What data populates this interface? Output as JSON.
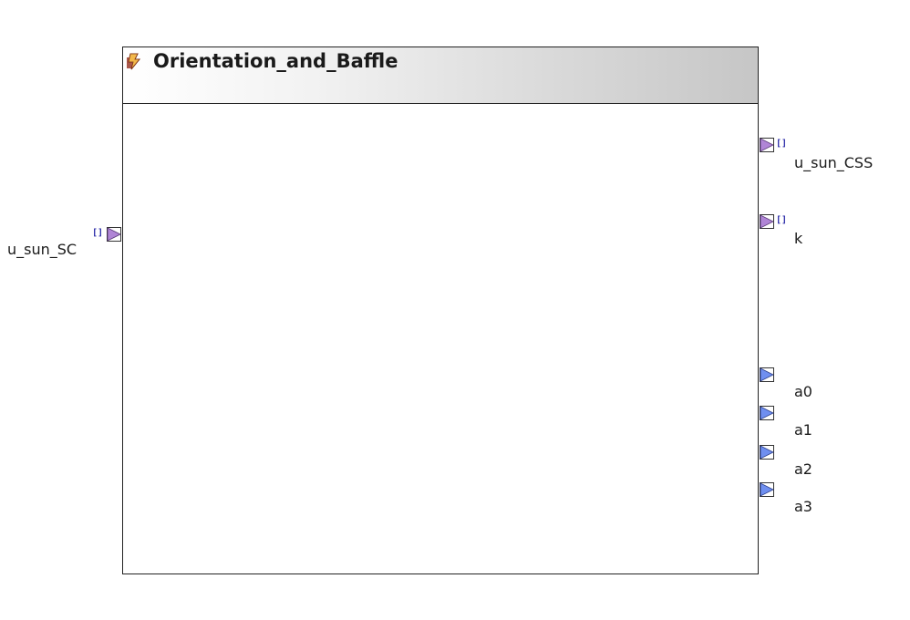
{
  "block": {
    "title": "Orientation_and_Baffle",
    "icon": "lightning-block-icon"
  },
  "input_ports": [
    {
      "label": "u_sun_SC",
      "array_marker": "[]",
      "kind": "bus"
    }
  ],
  "output_ports": [
    {
      "label": "u_sun_CSS",
      "array_marker": "[]",
      "kind": "bus"
    },
    {
      "label": "k",
      "array_marker": "[]",
      "kind": "bus"
    },
    {
      "label": "a0",
      "kind": "scalar"
    },
    {
      "label": "a1",
      "kind": "scalar"
    },
    {
      "label": "a2",
      "kind": "scalar"
    },
    {
      "label": "a3",
      "kind": "scalar"
    }
  ],
  "colors": {
    "bus_port": "#b085d6",
    "scalar_port": "#6f8ff0",
    "array_marker": "#2a2aa8",
    "border": "#222222"
  }
}
